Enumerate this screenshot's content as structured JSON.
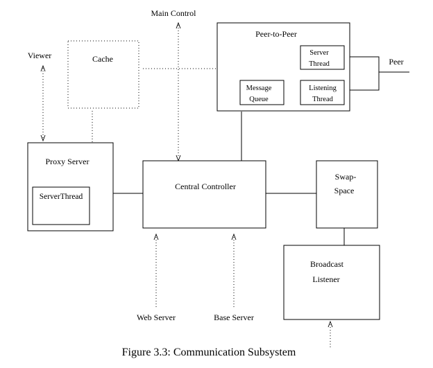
{
  "labels": {
    "main_control": "Main Control",
    "viewer": "Viewer",
    "cache": "Cache",
    "peer_to_peer": "Peer-to-Peer",
    "server_thread_line1": "Server",
    "server_thread_line2": "Thread",
    "message_queue_line1": "Message",
    "message_queue_line2": "Queue",
    "listening_thread_line1": "Listening",
    "listening_thread_line2": "Thread",
    "peer": "Peer",
    "proxy_server": "Proxy Server",
    "proxy_server_thread": "ServerThread",
    "central_controller": "Central Controller",
    "swap_space_line1": "Swap-",
    "swap_space_line2": "Space",
    "broadcast_listener_line1": "Broadcast",
    "broadcast_listener_line2": "Listener",
    "web_server": "Web Server",
    "base_server": "Base Server"
  },
  "caption": "Figure 3.3: Communication Subsystem"
}
